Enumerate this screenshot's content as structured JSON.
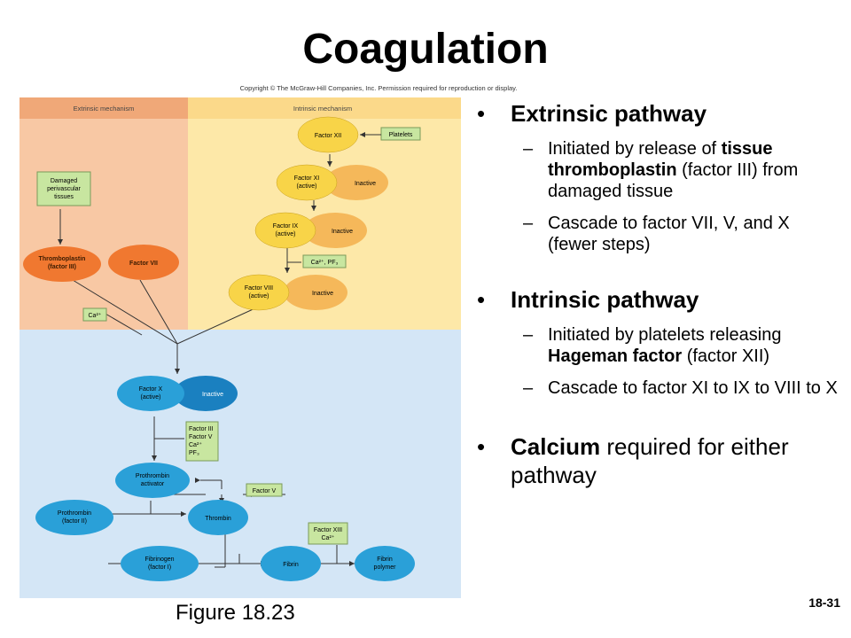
{
  "slide": {
    "title": "Coagulation",
    "copyright": "Copyright © The McGraw-Hill Companies, Inc. Permission required for reproduction or display.",
    "figure_caption": "Figure 18.23",
    "slide_number": "18-31"
  },
  "bullets": {
    "extrinsic_heading": "Extrinsic pathway",
    "extrinsic_sub1_a": "Initiated by release of ",
    "extrinsic_sub1_b": "tissue thromboplastin",
    "extrinsic_sub1_c": " (factor III) from damaged tissue",
    "extrinsic_sub2": "Cascade to factor VII, V, and X (fewer steps)",
    "intrinsic_heading": "Intrinsic pathway",
    "intrinsic_sub1_a": "Initiated by platelets releasing ",
    "intrinsic_sub1_b": "Hageman factor",
    "intrinsic_sub1_c": " (factor XII)",
    "intrinsic_sub2": "Cascade to factor XI to IX to VIII to X",
    "calcium_bold": "Calcium",
    "calcium_rest": " required for either pathway",
    "bullet_symbol": "•",
    "dash_symbol": "–"
  },
  "diagram": {
    "extrinsic_header": "Extrinsic mechanism",
    "intrinsic_header": "Intrinsic mechanism",
    "damaged_tissues_1": "Damaged",
    "damaged_tissues_2": "perivascular",
    "damaged_tissues_3": "tissues",
    "thromboplastin_1": "Thromboplastin",
    "thromboplastin_2": "(factor III)",
    "factor_vii": "Factor VII",
    "ca_extrinsic": "Ca²⁺",
    "factor_xii": "Factor XII",
    "platelets": "Platelets",
    "factor_xi_1": "Factor XI",
    "factor_xi_2": "(active)",
    "inactive_xi": "Inactive",
    "factor_ix_1": "Factor IX",
    "factor_ix_2": "(active)",
    "inactive_ix": "Inactive",
    "ca_pf3": "Ca²⁺, PF₃",
    "factor_viii_1": "Factor VIII",
    "factor_viii_2": "(active)",
    "inactive_viii": "Inactive",
    "factor_x_1": "Factor X",
    "factor_x_2": "(active)",
    "inactive_x": "Inactive",
    "cofactor_1": "Factor III",
    "cofactor_2": "Factor V",
    "cofactor_3": "Ca²⁺",
    "cofactor_4": "PF₃",
    "prothrombin_activator_1": "Prothrombin",
    "prothrombin_activator_2": "activator",
    "factor_v": "Factor V",
    "prothrombin_1": "Prothrombin",
    "prothrombin_2": "(factor II)",
    "thrombin": "Thrombin",
    "factor_xiii_1": "Factor XIII",
    "factor_xiii_2": "Ca²⁺",
    "fibrinogen_1": "Fibrinogen",
    "fibrinogen_2": "(factor I)",
    "fibrin": "Fibrin",
    "fibrin_polymer_1": "Fibrin",
    "fibrin_polymer_2": "polymer"
  },
  "colors": {
    "extrinsic_bg": "#f8c8a4",
    "extrinsic_header_bg": "#f0a878",
    "intrinsic_bg": "#fde8a8",
    "intrinsic_header_bg": "#fbd98a",
    "common_bg": "#d4e6f6",
    "orange_node": "#f07830",
    "yellow_node": "#f8d448",
    "blue_node": "#2aa0d8",
    "label_box": "#c8e6a0"
  }
}
